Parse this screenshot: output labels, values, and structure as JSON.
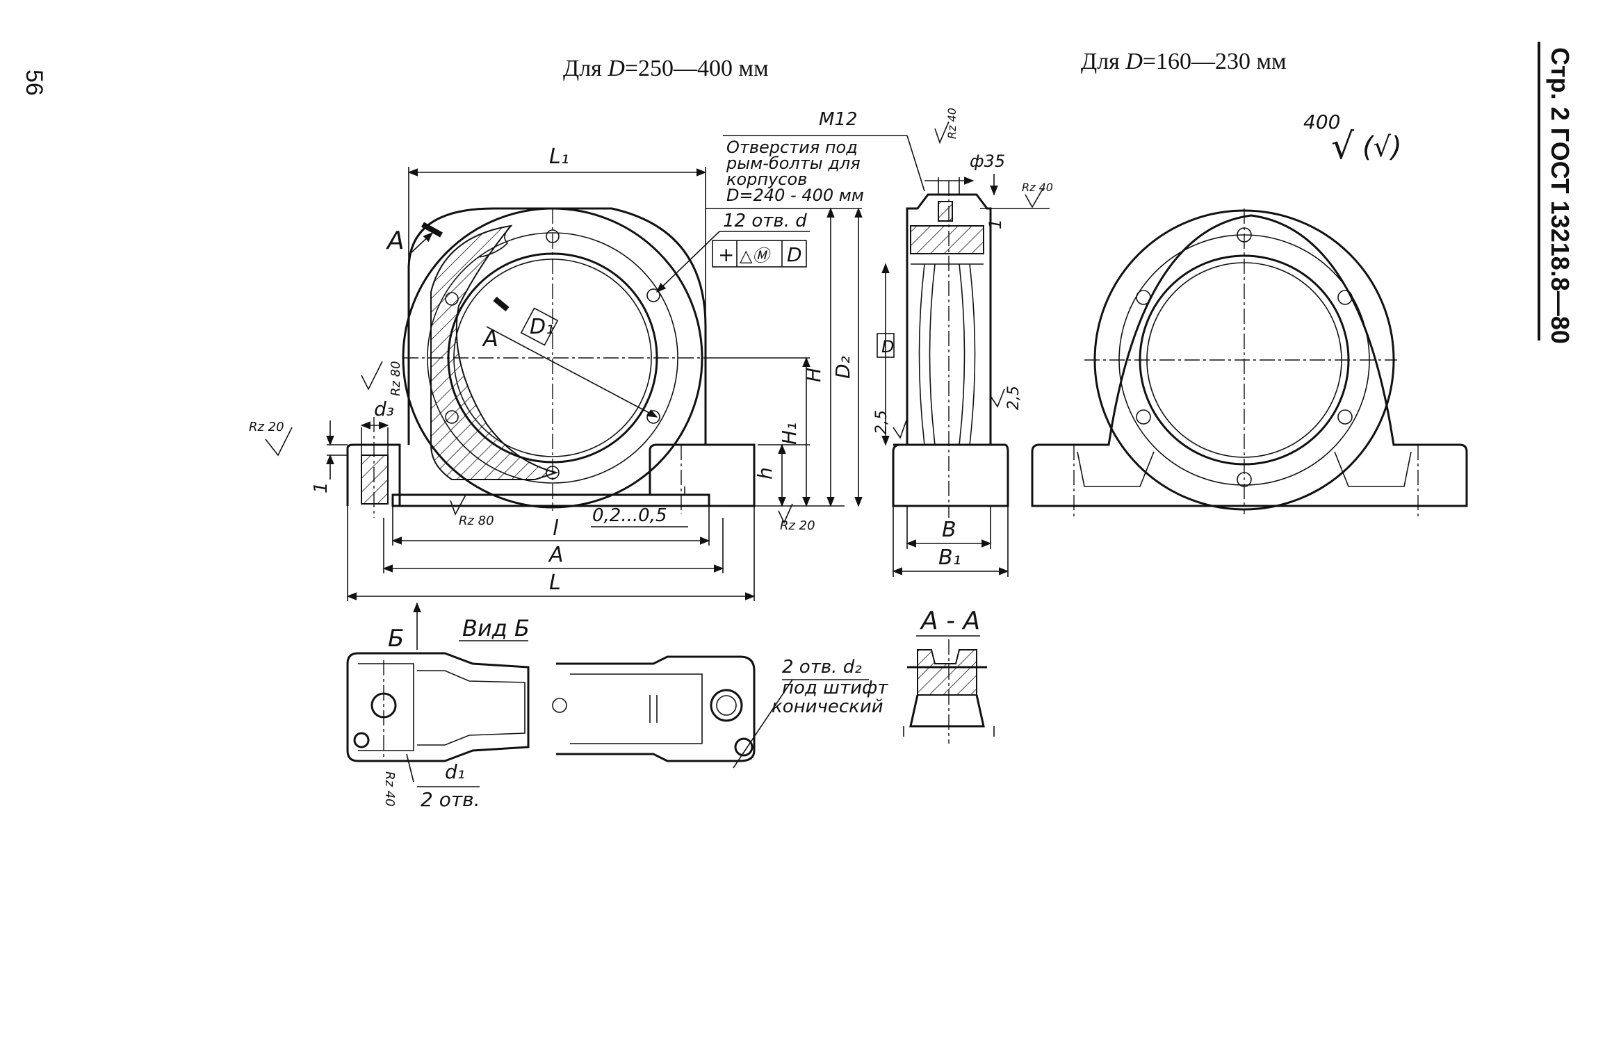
{
  "page": {
    "page_number": "56",
    "running_title": "Стр. 2 ГОСТ 13218.8—80"
  },
  "headers": {
    "left_prefix": "Для",
    "left_symbol": "D",
    "left_range": "=250—400 мм",
    "right_prefix": "Для",
    "right_symbol": "D",
    "right_range": "=160—230 мм"
  },
  "roughness_note": {
    "value": "400",
    "symbol_general": "√",
    "symbol_bracket": "(√)"
  },
  "callouts": {
    "thread": "М12",
    "holes_note": [
      "Отверстия под",
      "рым-болты для",
      "корпусов",
      "D=240 - 400 мм"
    ],
    "holes_12": "12 отв. d",
    "tolerance_frame": [
      "+",
      "△Ⓜ",
      "D"
    ],
    "pin_holes": [
      "2 отв. d₂",
      "под штифт",
      "конический"
    ],
    "holes_2": "2 отв.",
    "d1": "d₁"
  },
  "dimensions": {
    "L1": "L₁",
    "l": "l",
    "A": "A",
    "L": "L",
    "H": "H",
    "H1": "H₁",
    "h": "h",
    "D2": "D₂",
    "D": "D",
    "D1": "D₁",
    "B": "B",
    "B1": "B₁",
    "d3": "d₃",
    "gap": "0,2...0,5",
    "phi35": "ф35",
    "one_a": "1",
    "one_b": "1",
    "chamfer_a": "2,5",
    "chamfer_b": "2,5"
  },
  "roughness_marks": {
    "rz80_a": "Rz 80",
    "rz80_b": "Rz 80",
    "rz20_a": "Rz 20",
    "rz20_b": "Rz 20",
    "rz40_a": "Rz 40",
    "rz40_b": "Rz 40",
    "rz40_c": "Rz 40"
  },
  "sections": {
    "cut_A_left": "А",
    "cut_A_mid": "А",
    "view_B_arrow": "Б",
    "view_B_title": "Вид Б",
    "section_AA": "А - А"
  }
}
